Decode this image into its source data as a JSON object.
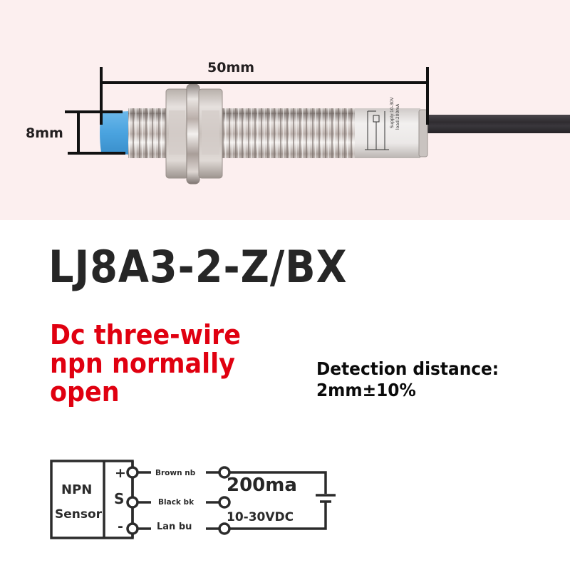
{
  "product_photo": {
    "background_color": "#fcefef",
    "dimensions": {
      "length": "50mm",
      "diameter": "8mm"
    },
    "colors": {
      "sensing_face": "#4aa3df",
      "metal_body": "#cfc8c4",
      "cable": "#2f2c30",
      "dimension_lines": "#111111"
    }
  },
  "model": {
    "name": "LJ8A3-2-Z/BX"
  },
  "type_description": {
    "lines": [
      "Dc three-wire",
      "npn normally",
      "open"
    ],
    "color": "#e00010"
  },
  "detection": {
    "label": "Detection distance:",
    "value": "2mm±10%"
  },
  "wiring_diagram": {
    "sensor_box": {
      "line1": "NPN",
      "line2": "Sensor"
    },
    "pins": [
      {
        "symbol": "+",
        "wire": "Brown nb"
      },
      {
        "symbol": "S",
        "wire": "Black bk"
      },
      {
        "symbol": "-",
        "wire": "Lan bu"
      }
    ],
    "load": "200ma",
    "supply": "10-30VDC",
    "battery_icon": "dc-battery-symbol"
  }
}
